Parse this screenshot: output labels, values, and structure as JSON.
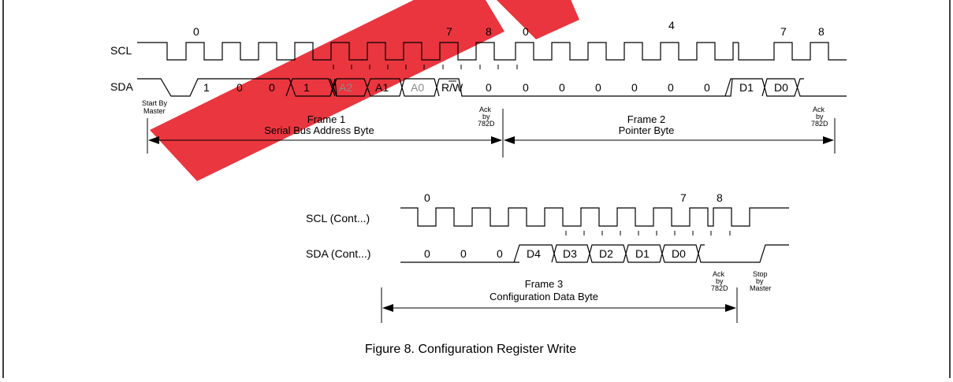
{
  "diagram": {
    "caption": "Figure 8. Configuration Register Write",
    "part1": {
      "scl_label": "SCL",
      "sda_label": "SDA",
      "clock_numbers": [
        "0",
        "7",
        "8",
        "0",
        "4",
        "7",
        "8"
      ],
      "sda_bits": [
        "1",
        "0",
        "0",
        "1",
        "A2",
        "A1",
        "A0",
        "R/W",
        "0",
        "0",
        "0",
        "0",
        "0",
        "0",
        "0",
        "D1",
        "D0"
      ],
      "start_note": [
        "Start By",
        "Master"
      ],
      "ack_note_1": [
        "Ack",
        "by",
        "782D"
      ],
      "ack_note_2": [
        "Ack",
        "by",
        "782D"
      ],
      "frame1": {
        "title": "Frame 1",
        "subtitle": "Serial Bus Address Byte"
      },
      "frame2": {
        "title": "Frame 2",
        "subtitle": "Pointer Byte"
      }
    },
    "part2": {
      "scl_label": "SCL (Cont...)",
      "sda_label": "SDA (Cont...)",
      "clock_numbers": [
        "0",
        "7",
        "8"
      ],
      "sda_bits": [
        "0",
        "0",
        "0",
        "D4",
        "D3",
        "D2",
        "D1",
        "D0"
      ],
      "ack_note": [
        "Ack",
        "by",
        "782D"
      ],
      "stop_note": [
        "Stop",
        "by",
        "Master"
      ],
      "frame3": {
        "title": "Frame 3",
        "subtitle": "Configuration Data Byte"
      }
    },
    "colors": {
      "line": "#000000",
      "watermark": "#e8202a",
      "muted_text": "#8a8a8a"
    }
  }
}
